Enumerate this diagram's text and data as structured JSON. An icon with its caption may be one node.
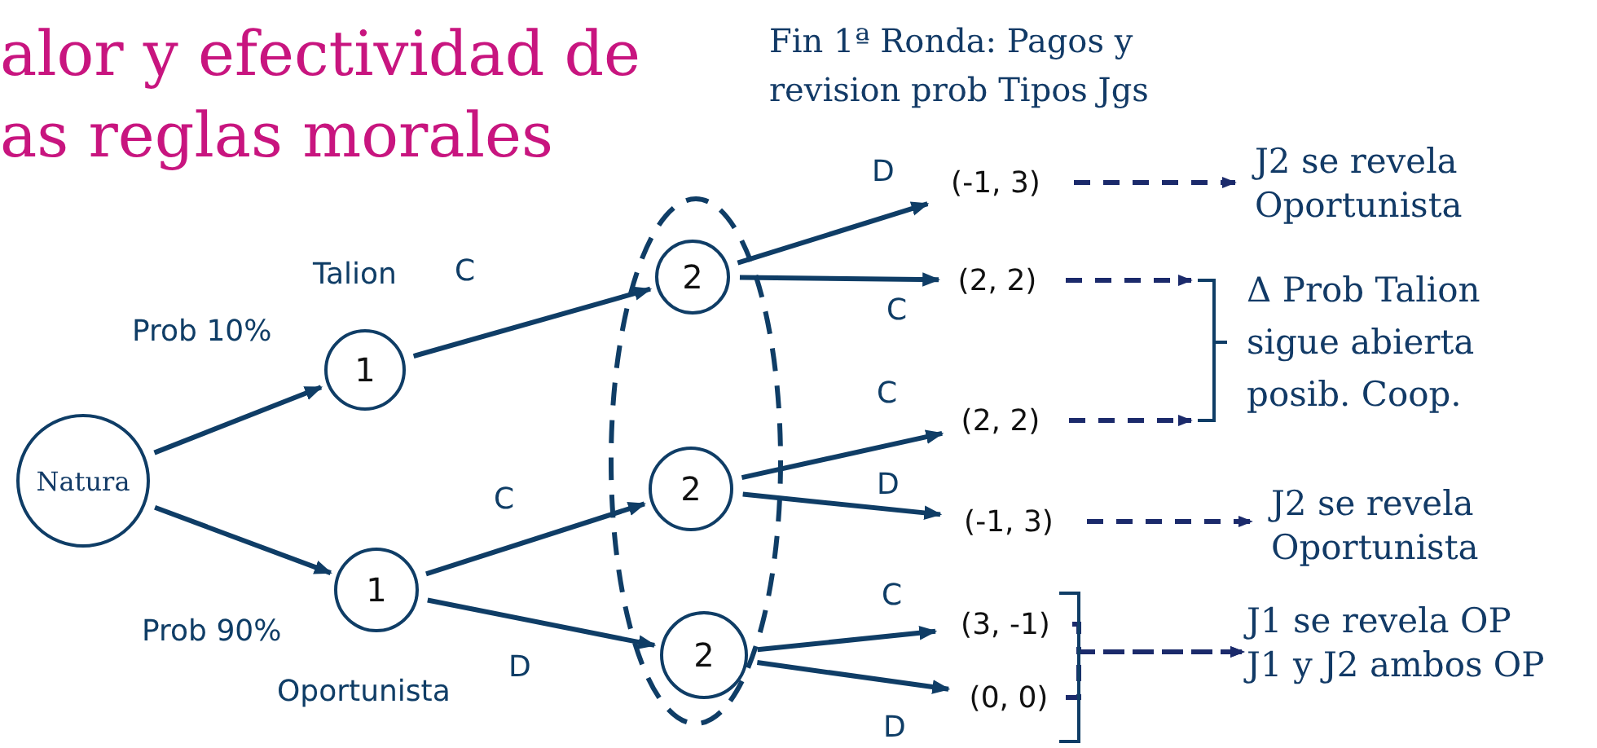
{
  "diagram": {
    "title": "alor y efectividad de as reglas morales",
    "nodes": [
      {
        "text": [
          "Natura"
        ]
      },
      {
        "text": [
          "1"
        ],
        "beside": [
          "Talion"
        ]
      },
      {
        "text": [
          "1"
        ],
        "beside": [
          "Oportunista"
        ]
      },
      {
        "text": [],
        "shape": "ellipse"
      },
      {
        "text": [
          "2"
        ],
        "in": 3
      },
      {
        "text": [
          "2"
        ],
        "in": 3
      },
      {
        "text": [
          "2"
        ],
        "in": 3
      },
      {
        "text": [
          "(-1, 3)"
        ]
      },
      {
        "text": [
          "(2, 2)"
        ]
      },
      {
        "text": [
          "(2, 2)"
        ]
      },
      {
        "text": [
          "(-1, 3)"
        ]
      },
      {
        "text": [
          "(3, -1)"
        ]
      },
      {
        "text": [
          "(0, 0)"
        ]
      },
      {
        "text": [
          "J2 se revela Oportunista"
        ]
      },
      {
        "text": [
          "Δ Prob Talion sigue abierta posib. Coop."
        ]
      },
      {
        "text": [
          "J2 se revela Oportunista"
        ]
      },
      {
        "text": [
          "J1 se revela OP",
          "J1 y J2 ambos OP"
        ]
      }
    ],
    "edges": [
      {
        "from": 0,
        "to": 1,
        "arrow": "to",
        "label": "Prob 10%"
      },
      {
        "from": 0,
        "to": 2,
        "arrow": "to",
        "label": "Prob 90%"
      },
      {
        "from": 1,
        "to": 4,
        "arrow": "to",
        "label": "C"
      },
      {
        "from": 2,
        "to": 5,
        "arrow": "to",
        "label": "C"
      },
      {
        "from": 2,
        "to": 6,
        "arrow": "to",
        "label": "D"
      },
      {
        "from": 4,
        "to": 7,
        "arrow": "to",
        "label": "D"
      },
      {
        "from": 4,
        "to": 8,
        "arrow": "to",
        "label": "C"
      },
      {
        "from": 5,
        "to": 9,
        "arrow": "to",
        "label": "C"
      },
      {
        "from": 5,
        "to": 10,
        "arrow": "to",
        "label": "D"
      },
      {
        "from": 6,
        "to": 11,
        "arrow": "to",
        "label": "C"
      },
      {
        "from": 6,
        "to": 12,
        "arrow": "to",
        "label": "D"
      },
      {
        "from": 7,
        "to": 13,
        "arrow": "to",
        "style": "dashed"
      },
      {
        "from": 8,
        "to": 14,
        "arrow": "to",
        "style": "dashed"
      },
      {
        "from": 9,
        "to": 14,
        "arrow": "to",
        "style": "dashed"
      },
      {
        "from": 10,
        "to": 15,
        "arrow": "to",
        "style": "dashed"
      },
      {
        "from": 11,
        "to": 16,
        "arrow": "to",
        "style": "dashed"
      },
      {
        "from": 12,
        "to": 16,
        "arrow": "to",
        "style": "dashed"
      }
    ],
    "labels": [
      "Fin 1ª Ronda: Pagos y revision prob Tipos Jgs"
    ]
  }
}
